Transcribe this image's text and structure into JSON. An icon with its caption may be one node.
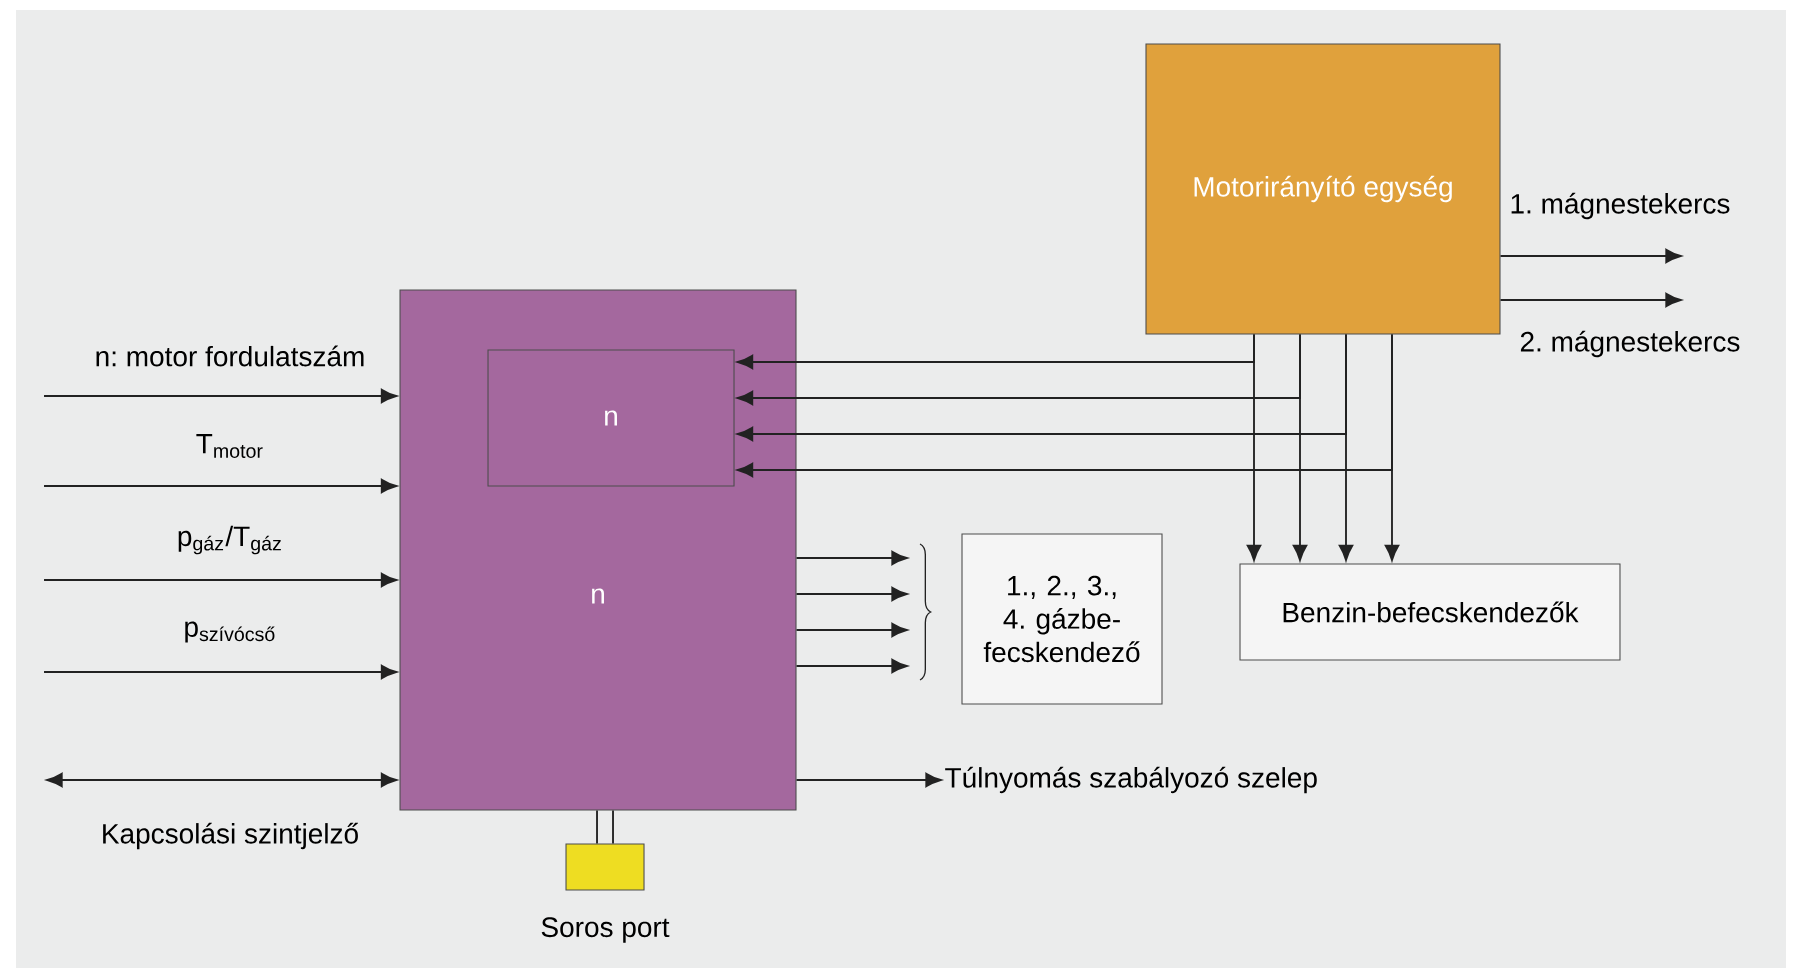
{
  "diagram": {
    "nodes": [
      {
        "text": [
          "n"
        ]
      },
      {
        "text": [
          "n"
        ],
        "in": 0
      },
      {
        "text": [
          "Motorirányító egység"
        ]
      },
      {
        "text": [
          "Benzin-befecskendezők"
        ]
      },
      {
        "text": [
          "1., 2., 3., 4. gázbe-fecskendező"
        ]
      },
      {
        "text": [
          "Túlnyomás szabályozó szelep"
        ]
      },
      {
        "text": [],
        "shape": "box",
        "beside": [
          "Soros port"
        ]
      }
    ],
    "edges": [
      {
        "from": null,
        "to": 0,
        "arrow": "to",
        "label": "n: motor fordulatszám"
      },
      {
        "from": null,
        "to": 0,
        "arrow": "to",
        "label": "T$_{motor}$"
      },
      {
        "from": null,
        "to": 0,
        "arrow": "to",
        "label": "p$_{gáz}$/T$_{gáz}$"
      },
      {
        "from": null,
        "to": 0,
        "arrow": "to",
        "label": "p$_{szívócső}$"
      },
      {
        "from": null,
        "to": 0,
        "arrow": "both",
        "label": "Kapcsolási szintjelző"
      },
      {
        "from": 0,
        "to": null,
        "arrow": "to"
      },
      {
        "from": 0,
        "to": null,
        "arrow": "to"
      },
      {
        "from": 0,
        "to": null,
        "arrow": "to"
      },
      {
        "from": 0,
        "to": null,
        "arrow": "to"
      },
      {
        "from": 0,
        "to": 5,
        "arrow": "to"
      },
      {
        "from": 0,
        "to": 6,
        "arrow": "none"
      },
      {
        "from": 2,
        "to": null,
        "arrow": "to",
        "label": "1. mágnestekercs"
      },
      {
        "from": 2,
        "to": null,
        "arrow": "to",
        "label": "2. mágnestekercs"
      },
      {
        "from": 2,
        "to": 1,
        "arrow": "to"
      },
      {
        "from": 2,
        "to": 1,
        "arrow": "to"
      },
      {
        "from": 2,
        "to": 1,
        "arrow": "to"
      },
      {
        "from": 2,
        "to": 1,
        "arrow": "to"
      },
      {
        "from": 2,
        "to": 3,
        "arrow": "to"
      },
      {
        "from": 2,
        "to": 3,
        "arrow": "to"
      },
      {
        "from": 2,
        "to": 3,
        "arrow": "to"
      },
      {
        "from": 2,
        "to": 3,
        "arrow": "to"
      }
    ]
  }
}
